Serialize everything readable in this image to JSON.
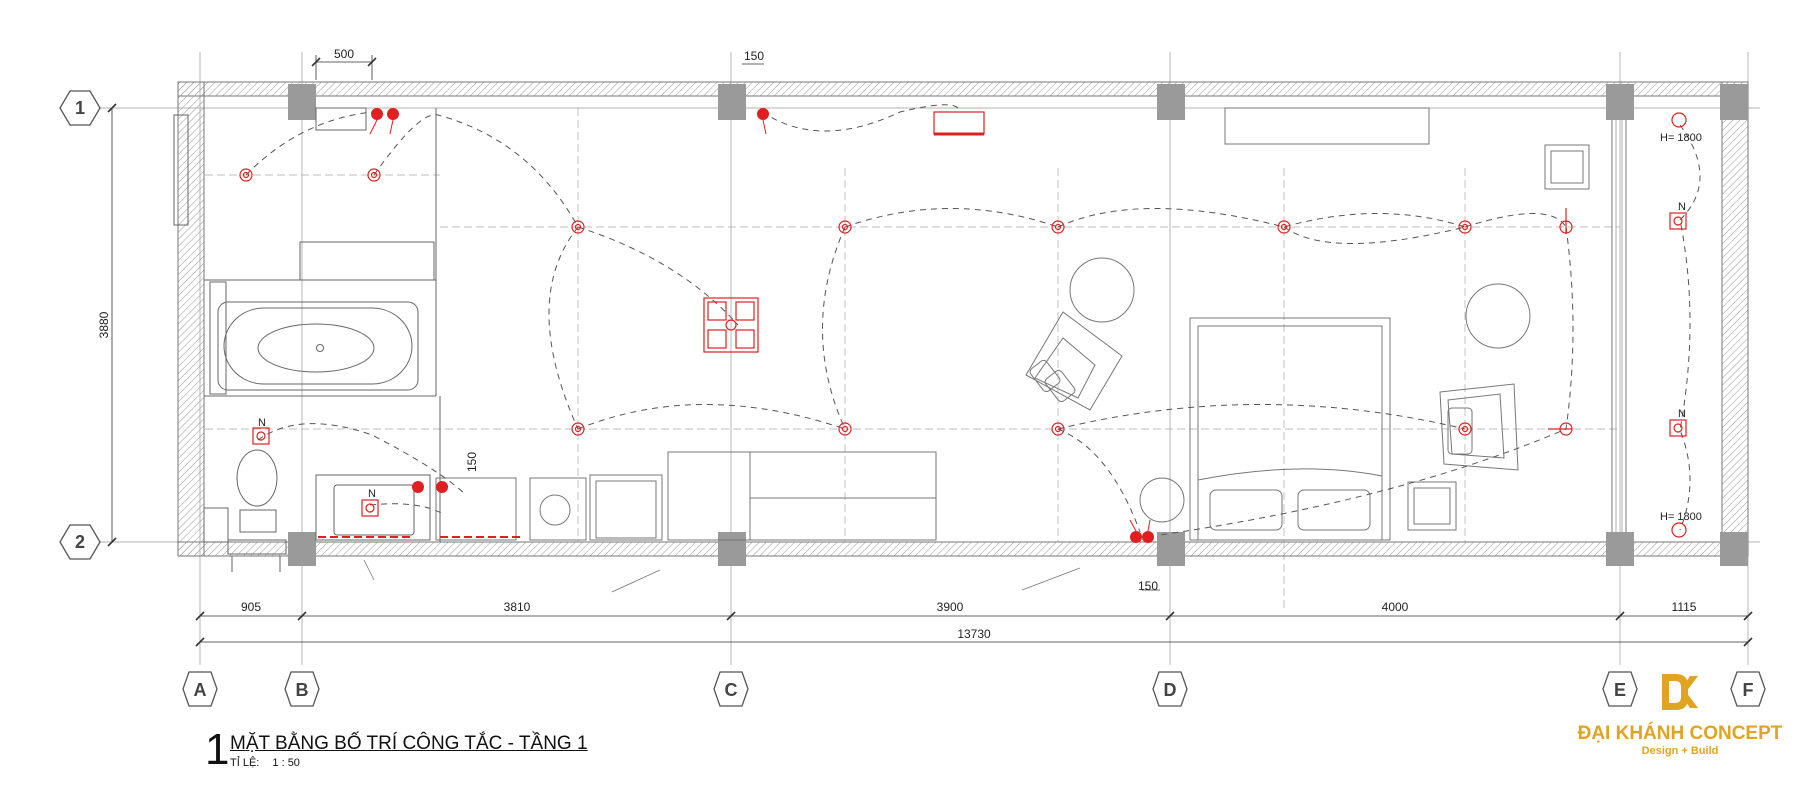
{
  "drawing": {
    "title_number": "1",
    "title": "MẶT BẰNG BỐ TRÍ CÔNG TẮC - TẦNG 1",
    "scale_label": "TỈ LỆ:",
    "scale_value": "1 : 50"
  },
  "brand": {
    "name": "ĐẠI KHÁNH CONCEPT",
    "tagline": "Design + Build",
    "color": "#e1a422"
  },
  "grid_axes": {
    "columns": [
      "A",
      "B",
      "C",
      "D",
      "E",
      "F"
    ],
    "rows": [
      "1",
      "2"
    ]
  },
  "dimensions": {
    "spans": [
      "905",
      "3810",
      "3900",
      "4000",
      "1115"
    ],
    "total": "13730",
    "height": "3880",
    "top_500": "500",
    "top_150": "150",
    "bottom_150": "150",
    "vertical_150": "150"
  },
  "annotations": {
    "h1800_top": "H= 1800",
    "h1800_bottom": "H= 1800",
    "n_labels": [
      "N",
      "N",
      "N",
      "N"
    ]
  },
  "colors": {
    "electrical": "#e02020",
    "wall": "#777777",
    "column": "#9a9a9a"
  }
}
